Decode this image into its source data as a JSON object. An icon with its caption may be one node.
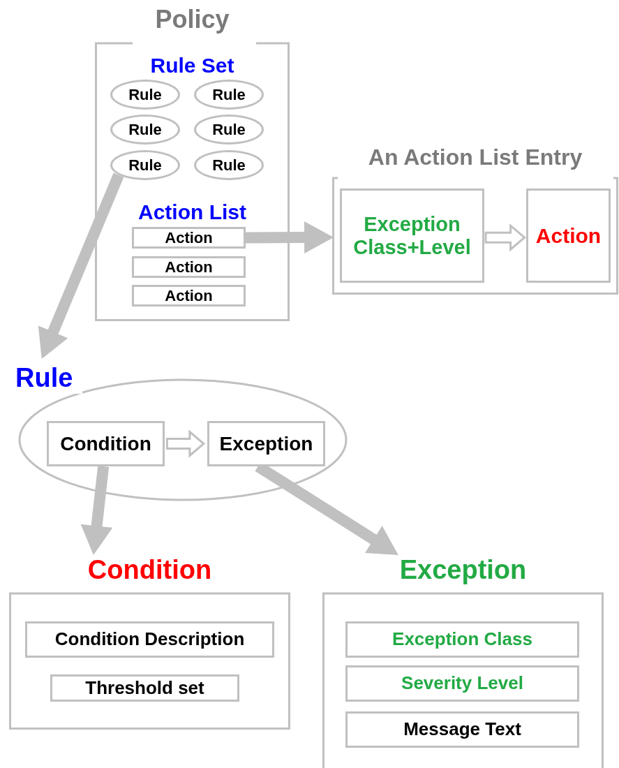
{
  "diagram": {
    "nodes": [
      {
        "text": [
          "Policy",
          "Rule Set",
          "Action List"
        ]
      },
      {
        "text": [
          "Rule"
        ],
        "in": 0
      },
      {
        "text": [
          "Rule"
        ],
        "in": 0
      },
      {
        "text": [
          "Rule"
        ],
        "in": 0
      },
      {
        "text": [
          "Rule"
        ],
        "in": 0
      },
      {
        "text": [
          "Rule"
        ],
        "in": 0
      },
      {
        "text": [
          "Rule"
        ],
        "in": 0
      },
      {
        "text": [
          "Action"
        ],
        "in": 0
      },
      {
        "text": [
          "Action"
        ],
        "in": 0
      },
      {
        "text": [
          "Action"
        ],
        "in": 0
      },
      {
        "text": [
          "An Action List Entry"
        ]
      },
      {
        "text": [
          "Exception Class+Level"
        ],
        "in": 10
      },
      {
        "text": [
          "Action"
        ],
        "in": 10
      },
      {
        "text": [
          "Rule"
        ]
      },
      {
        "text": [
          "Condition"
        ],
        "in": 13
      },
      {
        "text": [
          "Exception"
        ],
        "in": 13
      },
      {
        "text": [
          "Condition"
        ]
      },
      {
        "text": [
          "Condition Description"
        ],
        "in": 16
      },
      {
        "text": [
          "Threshold set"
        ],
        "in": 16
      },
      {
        "text": [
          "Exception"
        ]
      },
      {
        "text": [
          "Exception Class"
        ],
        "in": 19
      },
      {
        "text": [
          "Severity Level"
        ],
        "in": 19
      },
      {
        "text": [
          "Message Text"
        ],
        "in": 19
      }
    ],
    "edges": [
      {
        "from": 5,
        "to": 13,
        "arrow": "to",
        "style": "thick"
      },
      {
        "from": 7,
        "to": 10,
        "arrow": "to",
        "style": "thick"
      },
      {
        "from": 11,
        "to": 12,
        "arrow": "to"
      },
      {
        "from": 14,
        "to": 15,
        "arrow": "to"
      },
      {
        "from": 14,
        "to": 16,
        "arrow": "to",
        "style": "thick"
      },
      {
        "from": 15,
        "to": 19,
        "arrow": "to",
        "style": "thick"
      }
    ]
  }
}
